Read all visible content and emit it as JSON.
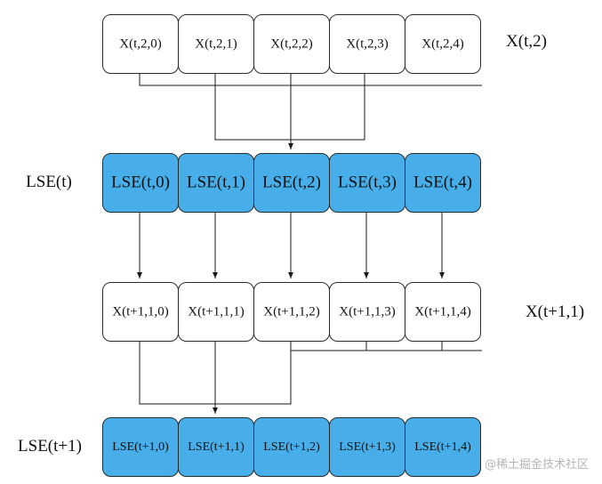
{
  "colors": {
    "blue_fill": "#47aeea",
    "white_fill": "#ffffff",
    "stroke": "#2b2b2b"
  },
  "rows": [
    {
      "id": "x-t-2",
      "label": "X(t,2)",
      "style": "white",
      "cells": [
        "X(t,2,0)",
        "X(t,2,1)",
        "X(t,2,2)",
        "X(t,2,3)",
        "X(t,2,4)"
      ]
    },
    {
      "id": "lse-t",
      "label": "LSE(t)",
      "style": "blue",
      "cells": [
        "LSE(t,0)",
        "LSE(t,1)",
        "LSE(t,2)",
        "LSE(t,3)",
        "LSE(t,4)"
      ]
    },
    {
      "id": "x-t1-1",
      "label": "X(t+1,1)",
      "style": "white",
      "cells": [
        "X(t+1,1,0)",
        "X(t+1,1,1)",
        "X(t+1,1,2)",
        "X(t+1,1,3)",
        "X(t+1,1,4)"
      ]
    },
    {
      "id": "lse-t1",
      "label": "LSE(t+1)",
      "style": "blue",
      "cells": [
        "LSE(t+1,0)",
        "LSE(t+1,1)",
        "LSE(t+1,2)",
        "LSE(t+1,3)",
        "LSE(t+1,4)"
      ]
    }
  ],
  "watermark": "@稀土掘金技术社区"
}
